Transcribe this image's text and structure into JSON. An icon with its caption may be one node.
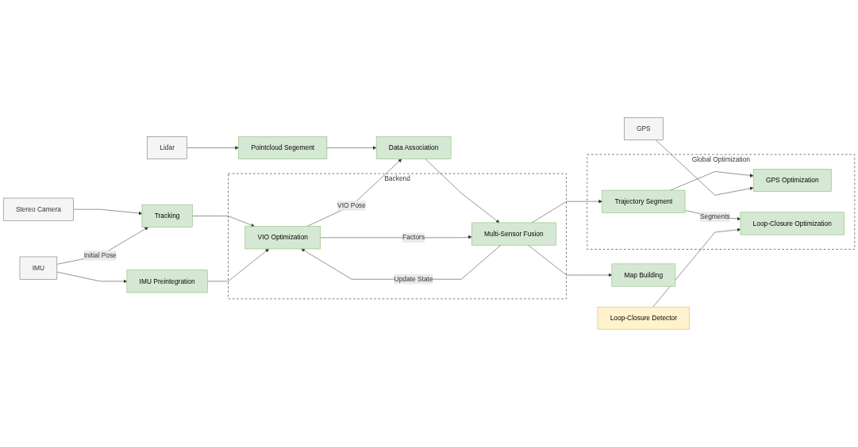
{
  "diagram": {
    "nodes": [
      {
        "text": [
          "Stereo Camera"
        ]
      },
      {
        "text": [
          "IMU"
        ]
      },
      {
        "text": [
          "Lidar"
        ]
      },
      {
        "text": [
          "GPS"
        ]
      },
      {
        "text": [
          "Loop-Closure Detector"
        ]
      },
      {
        "text": [
          "Tracking"
        ]
      },
      {
        "text": [
          "IMU Preintegration"
        ]
      },
      {
        "text": [
          "Pointcloud Segement"
        ]
      },
      {
        "text": [
          "Data Association"
        ]
      },
      {
        "text": [
          "Backend"
        ]
      },
      {
        "text": [
          "VIO Optimization"
        ],
        "in": 9
      },
      {
        "text": [
          "Multi-Sensor Fusion"
        ],
        "in": 9
      },
      {
        "text": [
          "Global Optimization"
        ]
      },
      {
        "text": [
          "GPS Optimization"
        ],
        "in": 12
      },
      {
        "text": [
          "Loop-Closure Optimization"
        ],
        "in": 12
      },
      {
        "text": [
          "Trajectory Segment"
        ],
        "in": 12
      },
      {
        "text": [
          "Map Building"
        ]
      }
    ],
    "edges": [
      {
        "from": 0,
        "to": 5,
        "arrow": "to"
      },
      {
        "from": 1,
        "to": 5,
        "arrow": "to",
        "label": "Initial Pose"
      },
      {
        "from": 1,
        "to": 6,
        "arrow": "to"
      },
      {
        "from": 5,
        "to": 10,
        "arrow": "to"
      },
      {
        "from": 6,
        "to": 10,
        "arrow": "to"
      },
      {
        "from": 10,
        "to": 8,
        "arrow": "to",
        "label": "VIO Pose"
      },
      {
        "from": 2,
        "to": 7,
        "arrow": "to"
      },
      {
        "from": 7,
        "to": 8,
        "arrow": "to"
      },
      {
        "from": 8,
        "to": 11,
        "arrow": "to"
      },
      {
        "from": 10,
        "to": 11,
        "arrow": "to",
        "label": "Factors"
      },
      {
        "from": 11,
        "to": 10,
        "arrow": "to",
        "label": "Update State"
      },
      {
        "from": 11,
        "to": 16,
        "arrow": "to"
      },
      {
        "from": 11,
        "to": 15,
        "arrow": "to"
      },
      {
        "from": 15,
        "to": 13,
        "arrow": "to"
      },
      {
        "from": 15,
        "to": 14,
        "arrow": "to",
        "label": "Segments"
      },
      {
        "from": 3,
        "to": 13,
        "arrow": "to"
      },
      {
        "from": 4,
        "to": 14,
        "arrow": "to"
      }
    ]
  }
}
